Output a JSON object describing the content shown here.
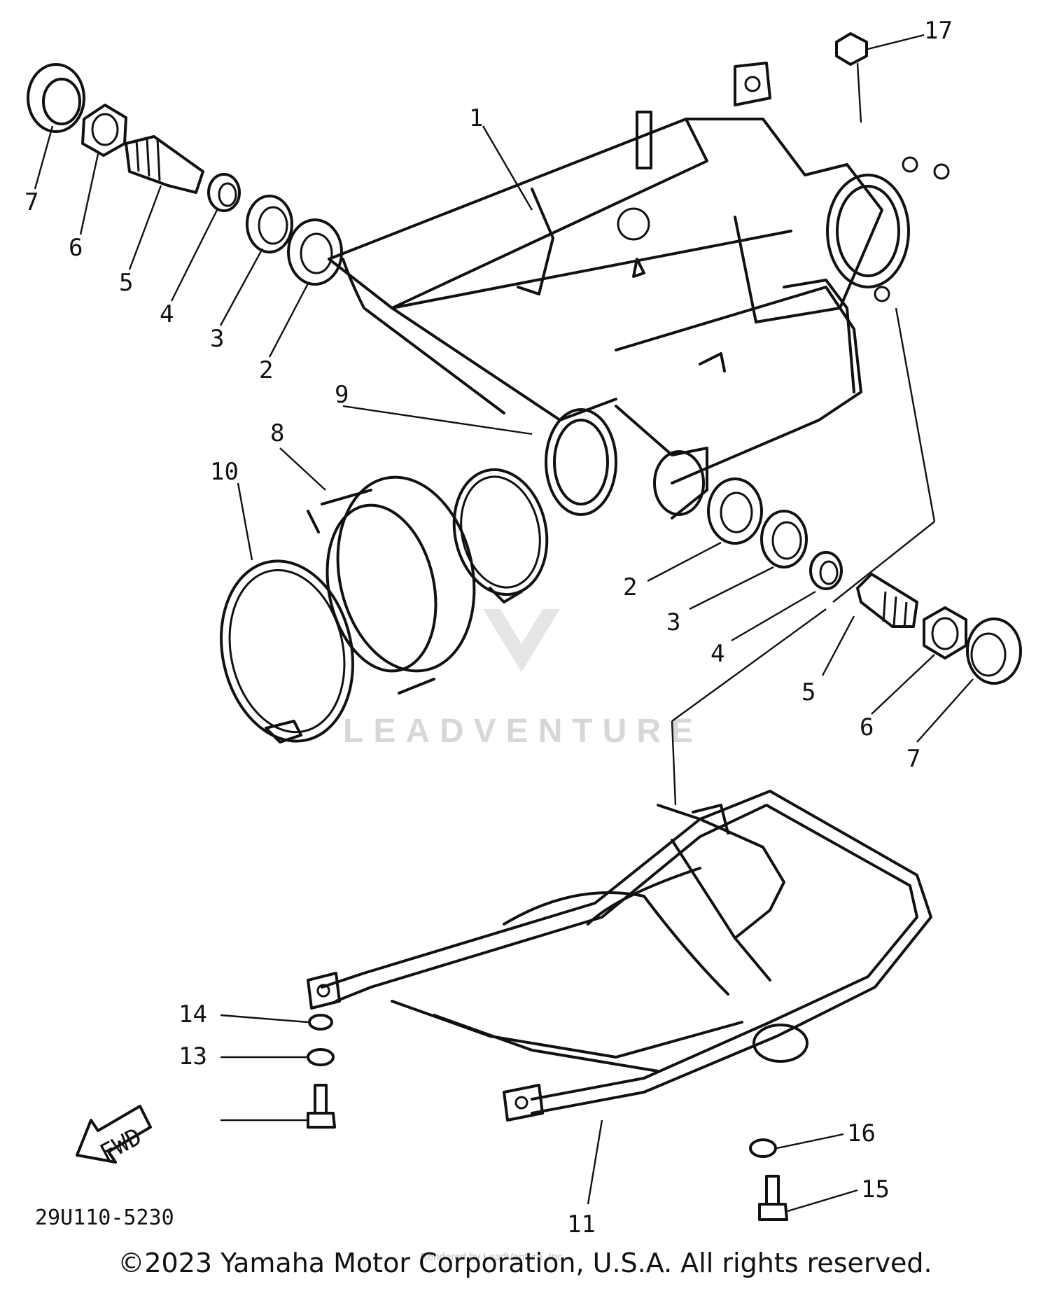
{
  "labels": {
    "l1": "1",
    "l2a": "2",
    "l2b": "2",
    "l3a": "3",
    "l3b": "3",
    "l4a": "4",
    "l4b": "4",
    "l5a": "5",
    "l5b": "5",
    "l6a": "6",
    "l6b": "6",
    "l7a": "7",
    "l7b": "7",
    "l8": "8",
    "l9": "9",
    "l10": "10",
    "l11": "11",
    "l13": "13",
    "l14": "14",
    "l15": "15",
    "l16": "16",
    "l17": "17"
  },
  "fwd_label": "FWD",
  "part_code": "29U110-5230",
  "watermark": {
    "brand": "LEADVENTURE",
    "sub": "Rendered by LeadVenture, Inc."
  },
  "copyright": "©2023 Yamaha Motor Corporation, U.S.A. All rights reserved."
}
